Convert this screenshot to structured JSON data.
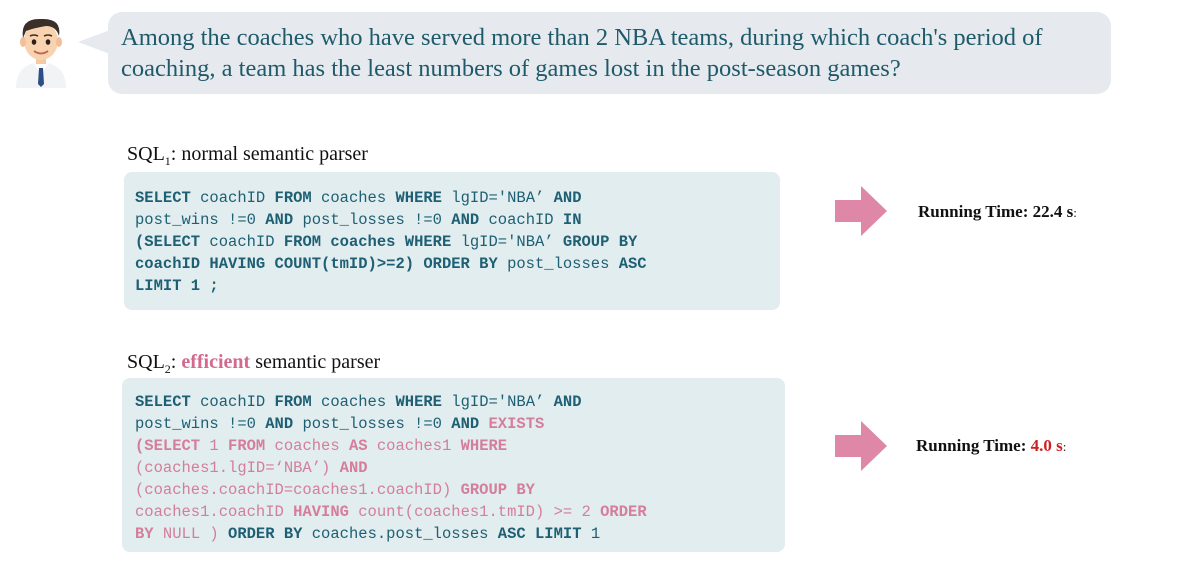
{
  "question": {
    "text": "Among the coaches who have served more than 2 NBA teams, during which coach's period of coaching, a team has the least numbers of games lost in the post-season games?"
  },
  "sql1": {
    "title_prefix": "SQL",
    "title_sub": "1",
    "title_rest": ": normal semantic parser",
    "code": {
      "l1_a": "SELECT",
      "l1_b": " coachID ",
      "l1_c": "FROM",
      "l1_d": " coaches ",
      "l1_e": "WHERE",
      "l1_f": " lgID='NBA’ ",
      "l1_g": "AND",
      "l2_a": "post_wins !=0 ",
      "l2_b": "AND",
      "l2_c": " post_losses !=0 ",
      "l2_d": "AND",
      "l2_e": " coachID ",
      "l2_f": "IN",
      "l3_a": "(SELECT",
      "l3_b": " coachID ",
      "l3_c": "FROM coaches WHERE",
      "l3_d": " lgID='NBA’ ",
      "l3_e": "GROUP BY",
      "l4_a": "coachID HAVING COUNT(tmID)>=2) ORDER BY",
      "l4_b": " post_losses ",
      "l4_c": "ASC",
      "l5_a": "LIMIT 1 ;"
    },
    "runtime_label": "Running Time: 22.4 s",
    "runtime_suffix": ":"
  },
  "sql2": {
    "title_prefix": "SQL",
    "title_sub": "2",
    "title_sep": ": ",
    "title_emph": "efficient",
    "title_rest": " semantic parser",
    "code": {
      "l1_a": "SELECT",
      "l1_b": " coachID ",
      "l1_c": "FROM",
      "l1_d": " coaches ",
      "l1_e": "WHERE",
      "l1_f": " lgID='NBA’ ",
      "l1_g": "AND",
      "l2_a": "post_wins !=0 ",
      "l2_b": "AND",
      "l2_c": " post_losses !=0 ",
      "l2_d": "AND",
      "l2_e": " EXISTS",
      "l3_a": "(SELECT",
      "l3_b": " 1 ",
      "l3_c": "FROM",
      "l3_d": " coaches ",
      "l3_e": "AS",
      "l3_f": " coaches1 ",
      "l3_g": "WHERE",
      "l4_a": "(coaches1.lgID=‘NBA’) ",
      "l4_b": "AND",
      "l5_a": "(coaches.coachID=coaches1.coachID) ",
      "l5_b": "GROUP BY",
      "l6_a": "coaches1.coachID ",
      "l6_b": "HAVING",
      "l6_c": " count(coaches1.tmID) >= 2 ",
      "l6_d": "ORDER",
      "l7_a": "BY",
      "l7_b": " NULL ) ",
      "l7_c": "ORDER BY",
      "l7_d": " coaches.post_losses ",
      "l7_e": "ASC LIMIT",
      "l7_f": " 1"
    },
    "runtime_label": "Running Time: ",
    "runtime_value": "4.0 s",
    "runtime_suffix": ":"
  },
  "colors": {
    "question_text": "#1f5a6a",
    "bubble": "#e6eaee",
    "code_box": "#e1edee",
    "code_text": "#1e5f74",
    "efficient_pink": "#d47e9b",
    "arrow_pink": "#de87a6",
    "fast_red": "#d11f1f"
  },
  "icons": {
    "avatar": "user-avatar-icon",
    "arrow": "right-arrow-icon"
  }
}
